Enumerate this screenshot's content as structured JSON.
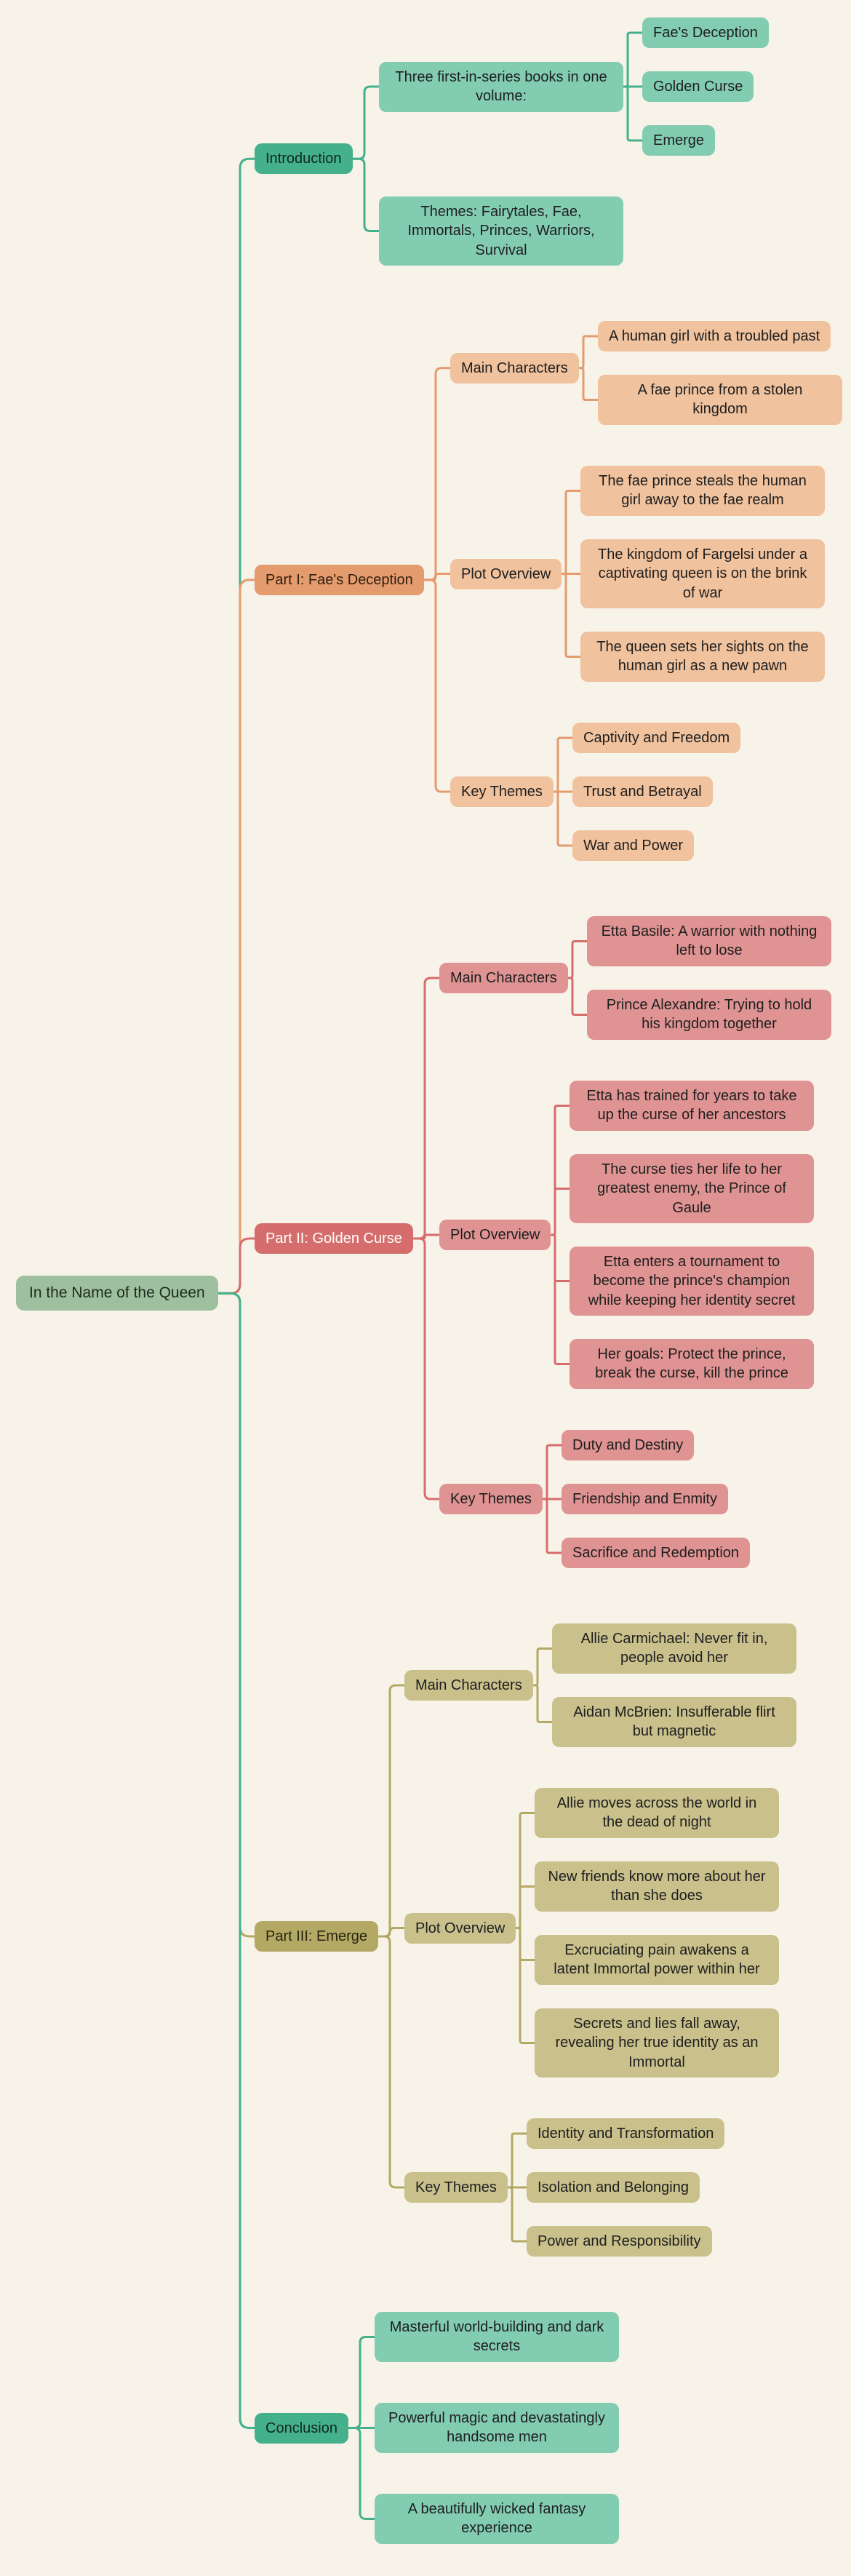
{
  "background": "#f8f3e9",
  "palette": {
    "teal_dark": "#44b08c",
    "teal_light": "#82ccb2",
    "orange_dark": "#e49b6e",
    "orange_light": "#f0c29e",
    "rose_dark": "#d66d6d",
    "rose_light": "#e09393",
    "olive_dark": "#b3a964",
    "olive_light": "#c9c08c",
    "root_sage": "#9ec09f",
    "text_dark": "#1e1e1e",
    "text_light": "#ffffff"
  },
  "root": {
    "label": "In the Name of the Queen",
    "bg": "#9ec09f",
    "fg": "#1c2b1c",
    "line": "#44b08c",
    "children": [
      {
        "label": "Introduction",
        "bg": "#44b08c",
        "fg": "#10291f",
        "line": "#44b08c",
        "children": [
          {
            "label": "Three first-in-series books in one volume:",
            "bg": "#82ccb2",
            "fg": "#1e1e1e",
            "children": [
              {
                "label": "Fae's Deception",
                "bg": "#82ccb2",
                "fg": "#1e1e1e"
              },
              {
                "label": "Golden Curse",
                "bg": "#82ccb2",
                "fg": "#1e1e1e"
              },
              {
                "label": "Emerge",
                "bg": "#82ccb2",
                "fg": "#1e1e1e"
              }
            ]
          },
          {
            "label": "Themes: Fairytales, Fae, Immortals, Princes, Warriors, Survival",
            "bg": "#82ccb2",
            "fg": "#1e1e1e"
          }
        ]
      },
      {
        "label": "Part I: Fae's Deception",
        "bg": "#e49b6e",
        "fg": "#33200f",
        "line": "#e49b6e",
        "children": [
          {
            "label": "Main Characters",
            "bg": "#f0c29e",
            "fg": "#1e1e1e",
            "children": [
              {
                "label": "A human girl with a troubled past",
                "bg": "#f0c29e",
                "fg": "#1e1e1e"
              },
              {
                "label": "A fae prince from a stolen kingdom",
                "bg": "#f0c29e",
                "fg": "#1e1e1e"
              }
            ]
          },
          {
            "label": "Plot Overview",
            "bg": "#f0c29e",
            "fg": "#1e1e1e",
            "children": [
              {
                "label": "The fae prince steals the human girl away to the fae realm",
                "bg": "#f0c29e",
                "fg": "#1e1e1e"
              },
              {
                "label": "The kingdom of Fargelsi under a captivating queen is on the brink of war",
                "bg": "#f0c29e",
                "fg": "#1e1e1e"
              },
              {
                "label": "The queen sets her sights on the human girl as a new pawn",
                "bg": "#f0c29e",
                "fg": "#1e1e1e"
              }
            ]
          },
          {
            "label": "Key Themes",
            "bg": "#f0c29e",
            "fg": "#1e1e1e",
            "children": [
              {
                "label": "Captivity and Freedom",
                "bg": "#f0c29e",
                "fg": "#1e1e1e"
              },
              {
                "label": "Trust and Betrayal",
                "bg": "#f0c29e",
                "fg": "#1e1e1e"
              },
              {
                "label": "War and Power",
                "bg": "#f0c29e",
                "fg": "#1e1e1e"
              }
            ]
          }
        ]
      },
      {
        "label": "Part II: Golden Curse",
        "bg": "#d66d6d",
        "fg": "#ffffff",
        "line": "#d66d6d",
        "children": [
          {
            "label": "Main Characters",
            "bg": "#e09393",
            "fg": "#1e1e1e",
            "children": [
              {
                "label": "Etta Basile: A warrior with nothing left to lose",
                "bg": "#e09393",
                "fg": "#1e1e1e"
              },
              {
                "label": "Prince Alexandre: Trying to hold his kingdom together",
                "bg": "#e09393",
                "fg": "#1e1e1e"
              }
            ]
          },
          {
            "label": "Plot Overview",
            "bg": "#e09393",
            "fg": "#1e1e1e",
            "children": [
              {
                "label": "Etta has trained for years to take up the curse of her ancestors",
                "bg": "#e09393",
                "fg": "#1e1e1e"
              },
              {
                "label": "The curse ties her life to her greatest enemy, the Prince of Gaule",
                "bg": "#e09393",
                "fg": "#1e1e1e"
              },
              {
                "label": "Etta enters a tournament to become the prince's champion while keeping her identity secret",
                "bg": "#e09393",
                "fg": "#1e1e1e"
              },
              {
                "label": "Her goals: Protect the prince, break the curse, kill the prince",
                "bg": "#e09393",
                "fg": "#1e1e1e"
              }
            ]
          },
          {
            "label": "Key Themes",
            "bg": "#e09393",
            "fg": "#1e1e1e",
            "children": [
              {
                "label": "Duty and Destiny",
                "bg": "#e09393",
                "fg": "#1e1e1e"
              },
              {
                "label": "Friendship and Enmity",
                "bg": "#e09393",
                "fg": "#1e1e1e"
              },
              {
                "label": "Sacrifice and Redemption",
                "bg": "#e09393",
                "fg": "#1e1e1e"
              }
            ]
          }
        ]
      },
      {
        "label": "Part III: Emerge",
        "bg": "#b3a964",
        "fg": "#28250e",
        "line": "#b3a964",
        "children": [
          {
            "label": "Main Characters",
            "bg": "#c9c08c",
            "fg": "#1e1e1e",
            "children": [
              {
                "label": "Allie Carmichael: Never fit in, people avoid her",
                "bg": "#c9c08c",
                "fg": "#1e1e1e"
              },
              {
                "label": "Aidan McBrien: Insufferable flirt but magnetic",
                "bg": "#c9c08c",
                "fg": "#1e1e1e"
              }
            ]
          },
          {
            "label": "Plot Overview",
            "bg": "#c9c08c",
            "fg": "#1e1e1e",
            "children": [
              {
                "label": "Allie moves across the world in the dead of night",
                "bg": "#c9c08c",
                "fg": "#1e1e1e"
              },
              {
                "label": "New friends know more about her than she does",
                "bg": "#c9c08c",
                "fg": "#1e1e1e"
              },
              {
                "label": "Excruciating pain awakens a latent Immortal power within her",
                "bg": "#c9c08c",
                "fg": "#1e1e1e"
              },
              {
                "label": "Secrets and lies fall away, revealing her true identity as an Immortal",
                "bg": "#c9c08c",
                "fg": "#1e1e1e"
              }
            ]
          },
          {
            "label": "Key Themes",
            "bg": "#c9c08c",
            "fg": "#1e1e1e",
            "children": [
              {
                "label": "Identity and Transformation",
                "bg": "#c9c08c",
                "fg": "#1e1e1e"
              },
              {
                "label": "Isolation and Belonging",
                "bg": "#c9c08c",
                "fg": "#1e1e1e"
              },
              {
                "label": "Power and Responsibility",
                "bg": "#c9c08c",
                "fg": "#1e1e1e"
              }
            ]
          }
        ]
      },
      {
        "label": "Conclusion",
        "bg": "#44b08c",
        "fg": "#10291f",
        "line": "#44b08c",
        "children": [
          {
            "label": "Masterful world-building and dark secrets",
            "bg": "#82ccb2",
            "fg": "#1e1e1e"
          },
          {
            "label": "Powerful magic and devastatingly handsome men",
            "bg": "#82ccb2",
            "fg": "#1e1e1e"
          },
          {
            "label": "A beautifully wicked fantasy experience",
            "bg": "#82ccb2",
            "fg": "#1e1e1e"
          }
        ]
      }
    ]
  }
}
